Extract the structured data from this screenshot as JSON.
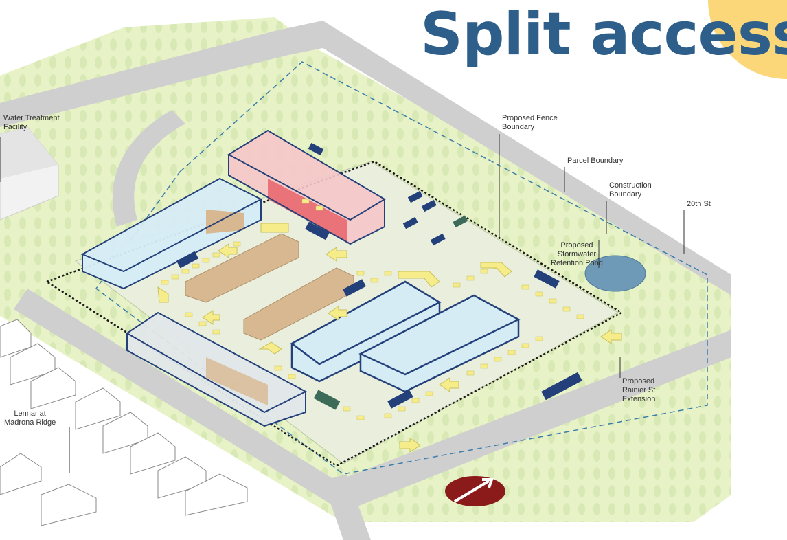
{
  "title": "Split access",
  "labels": {
    "water_treatment": "Water Treatment\nFacility",
    "fence_boundary": "Proposed Fence\nBoundary",
    "parcel_boundary": "Parcel Boundary",
    "construction_boundary": "Construction\nBoundary",
    "street_20th": "20th St",
    "stormwater_pond": "Proposed\nStormwater\nRetention Pond",
    "rainier_extension": "Proposed\nRainier St\nExtension",
    "lennar": "Lennar at\nMadrona Ridge"
  },
  "colors": {
    "title": "#2e5f8a",
    "accent_circle": "#fbd77a",
    "grass": "#e6f2c4",
    "road": "#cfcfcf",
    "building_outline": "#23407a",
    "blue_building": "#d6ecf5",
    "red_building": "#f3a3a6",
    "tan_building": "#d8b890",
    "truck": "#23407a",
    "arrow": "#f6ec8a",
    "pond": "#6e9ab7",
    "logo": "#8b1a1a"
  }
}
